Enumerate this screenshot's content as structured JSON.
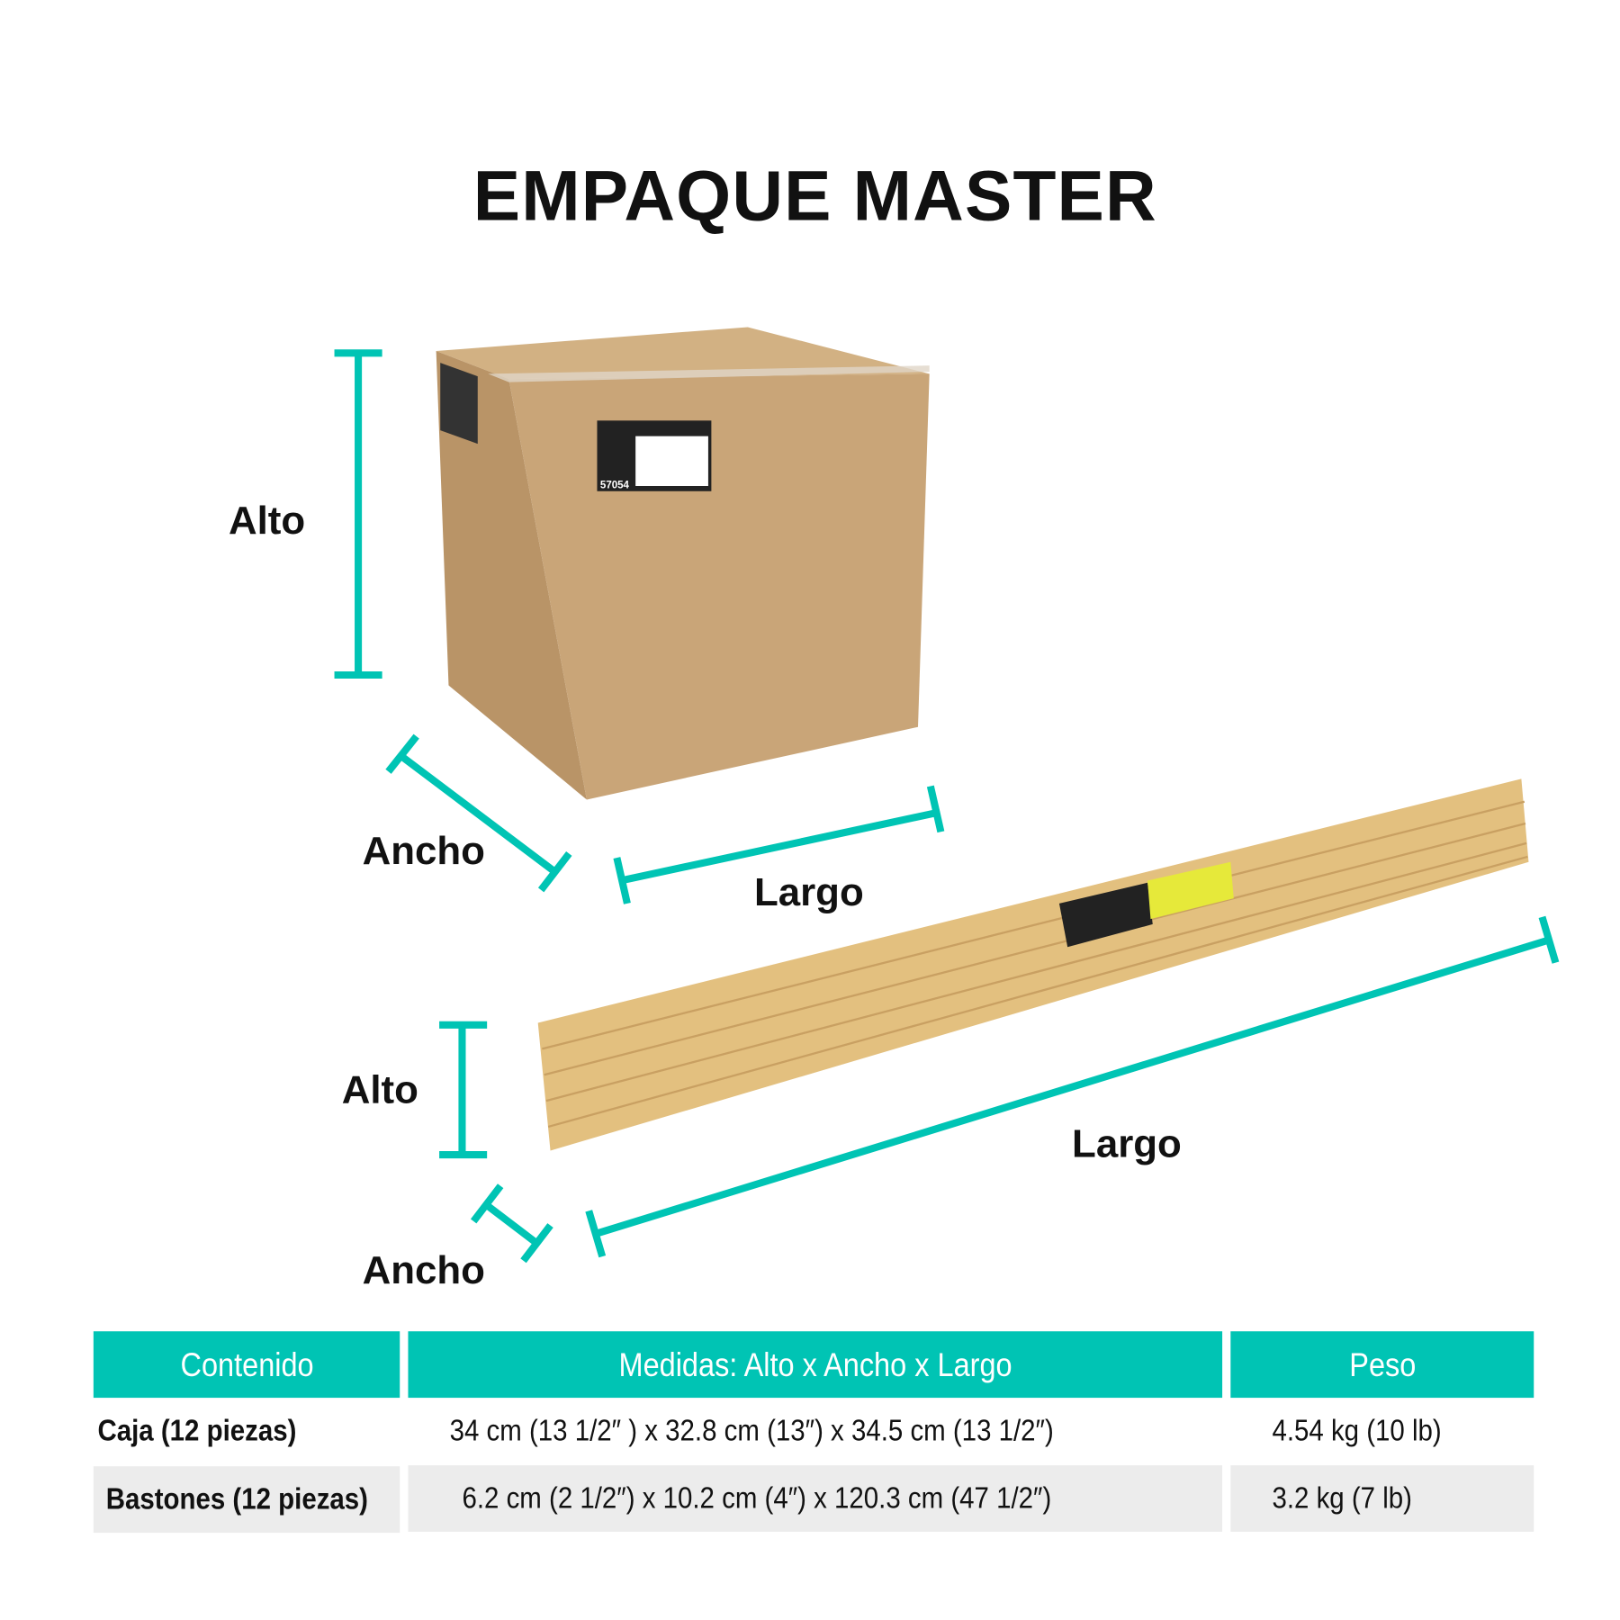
{
  "title": "EMPAQUE MASTER",
  "colors": {
    "accent": "#00c4b4",
    "row_alt": "#ececec",
    "cardboard": "#c9a578",
    "bundle": "#e3c07f"
  },
  "box_diagram": {
    "alto": "Alto",
    "ancho": "Ancho",
    "largo": "Largo",
    "label_code": "57054"
  },
  "bundle_diagram": {
    "alto": "Alto",
    "ancho": "Ancho",
    "largo": "Largo"
  },
  "table": {
    "headers": [
      "Contenido",
      "Medidas: Alto x Ancho x Largo",
      "Peso"
    ],
    "rows": [
      [
        "Caja (12 piezas)",
        "34 cm (13 1/2″ ) x 32.8 cm (13″) x 34.5 cm (13 1/2″)",
        "4.54 kg (10 lb)"
      ],
      [
        "Bastones (12 piezas)",
        "6.2 cm (2 1/2″) x 10.2 cm (4″) x 120.3 cm (47 1/2″)",
        "3.2 kg (7 lb)"
      ]
    ]
  }
}
